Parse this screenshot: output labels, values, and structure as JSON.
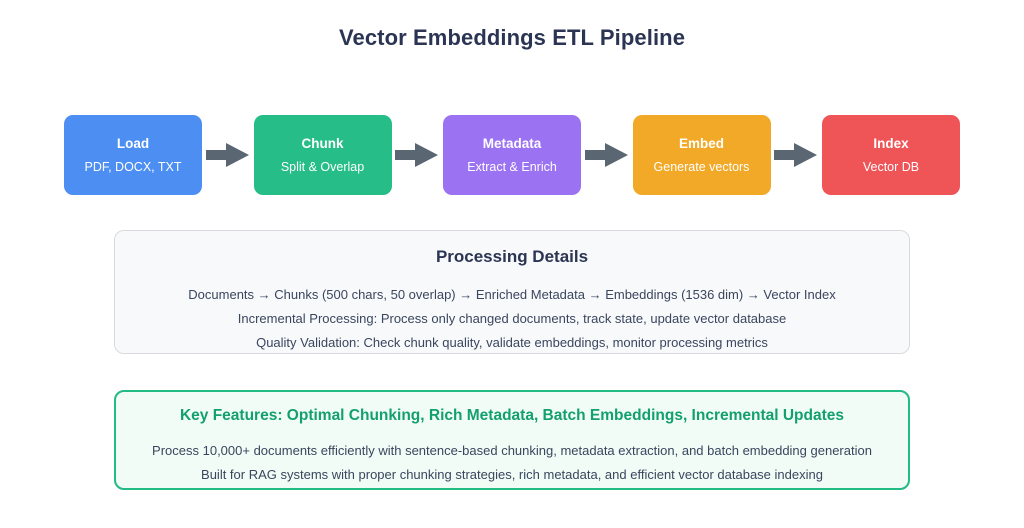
{
  "title": "Vector Embeddings ETL Pipeline",
  "colors": {
    "title_text": "#2b3553",
    "load": "#4d8ef2",
    "chunk": "#26bd88",
    "metadata": "#9b72f2",
    "embed": "#f2a927",
    "index": "#ef5457",
    "arrow": "#5a6672",
    "details_panel_bg": "#f8f9fb",
    "details_panel_border": "#d8dae0",
    "features_panel_bg": "#f1fcf6",
    "features_panel_border": "#22bb84",
    "features_heading": "#13a06c",
    "body_text": "#39465e"
  },
  "pipeline": {
    "stages": [
      {
        "name": "load",
        "title": "Load",
        "subtitle": "PDF, DOCX, TXT",
        "color": "#4d8ef2"
      },
      {
        "name": "chunk",
        "title": "Chunk",
        "subtitle": "Split & Overlap",
        "color": "#26bd88"
      },
      {
        "name": "metadata",
        "title": "Metadata",
        "subtitle": "Extract & Enrich",
        "color": "#9b72f2"
      },
      {
        "name": "embed",
        "title": "Embed",
        "subtitle": "Generate vectors",
        "color": "#f2a927"
      },
      {
        "name": "index",
        "title": "Index",
        "subtitle": "Vector DB",
        "color": "#ef5457"
      }
    ],
    "connector_icon": "arrow-right-icon",
    "connector_count": 4
  },
  "processing_details": {
    "heading": "Processing Details",
    "lines": [
      "Documents → Chunks (500 chars, 50 overlap) → Enriched Metadata → Embeddings (1536 dim) → Vector Index",
      "Incremental Processing: Process only changed documents, track state, update vector database",
      "Quality Validation: Check chunk quality, validate embeddings, monitor processing metrics"
    ]
  },
  "key_features": {
    "heading": "Key Features: Optimal Chunking, Rich Metadata, Batch Embeddings, Incremental Updates",
    "lines": [
      "Process 10,000+ documents efficiently with sentence-based chunking, metadata extraction, and batch embedding generation",
      "Built for RAG systems with proper chunking strategies, rich metadata, and efficient vector database indexing"
    ]
  }
}
